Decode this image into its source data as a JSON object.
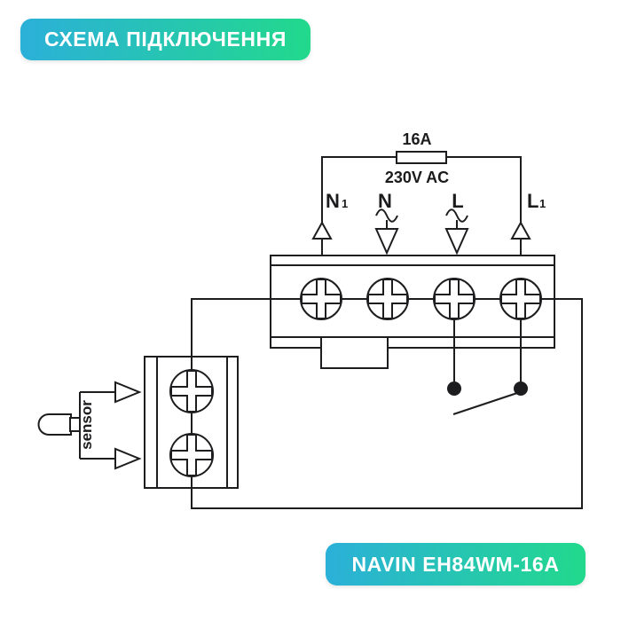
{
  "badges": {
    "title": {
      "text": "СХЕМА ПІДКЛЮЧЕННЯ",
      "gradient_start": "#2bb0d9",
      "gradient_end": "#22d98c",
      "text_color": "#ffffff"
    },
    "model": {
      "text": "NAVIN EH84WM-16A",
      "gradient_start": "#2bb0d9",
      "gradient_end": "#22d98c",
      "text_color": "#ffffff"
    }
  },
  "diagram": {
    "line_color": "#1d1d1f",
    "fuse": {
      "rating": "16A",
      "voltage": "230V AC"
    },
    "terminals": {
      "n1": {
        "base": "N",
        "sub": "1"
      },
      "n": {
        "base": "N"
      },
      "l": {
        "base": "L"
      },
      "l1": {
        "base": "L",
        "sub": "1"
      }
    },
    "sensor": {
      "label": "sensor"
    }
  }
}
